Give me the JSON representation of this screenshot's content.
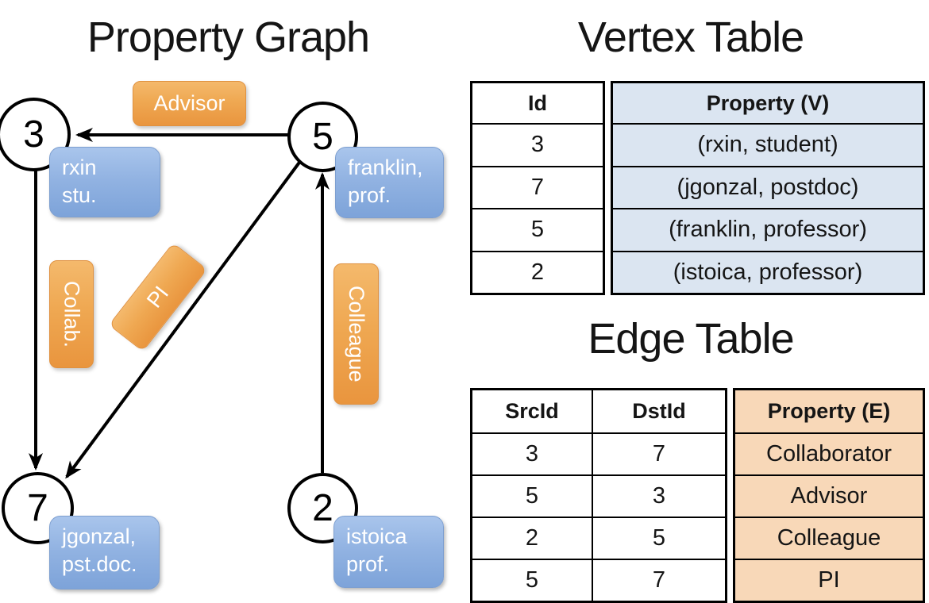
{
  "titles": {
    "graph": "Property Graph",
    "vertex": "Vertex Table",
    "edge": "Edge Table"
  },
  "graph": {
    "nodes": {
      "n3": {
        "id": "3",
        "line1": "rxin",
        "line2": "stu."
      },
      "n5": {
        "id": "5",
        "line1": "franklin,",
        "line2": "prof."
      },
      "n7": {
        "id": "7",
        "line1": "jgonzal,",
        "line2": "pst.doc."
      },
      "n2": {
        "id": "2",
        "line1": "istoica",
        "line2": "prof."
      }
    },
    "edge_labels": {
      "advisor": "Advisor",
      "collab": "Collab.",
      "pi": "PI",
      "colleague": "Colleague"
    }
  },
  "vertex_table": {
    "header_id": "Id",
    "header_property": "Property (V)",
    "rows": [
      {
        "id": "3",
        "property": "(rxin, student)"
      },
      {
        "id": "7",
        "property": "(jgonzal, postdoc)"
      },
      {
        "id": "5",
        "property": "(franklin, professor)"
      },
      {
        "id": "2",
        "property": "(istoica, professor)"
      }
    ]
  },
  "edge_table": {
    "header_src": "SrcId",
    "header_dst": "DstId",
    "header_property": "Property (E)",
    "rows": [
      {
        "src": "3",
        "dst": "7",
        "property": "Collaborator"
      },
      {
        "src": "5",
        "dst": "3",
        "property": "Advisor"
      },
      {
        "src": "2",
        "dst": "5",
        "property": "Colleague"
      },
      {
        "src": "5",
        "dst": "7",
        "property": "PI"
      }
    ]
  },
  "colors": {
    "edge_label_fill": "#efa852",
    "vertex_label_fill": "#8fb0e0",
    "vertex_table_fill": "#dbe5f1",
    "edge_table_fill": "#f8d8b8",
    "line": "#000000"
  }
}
